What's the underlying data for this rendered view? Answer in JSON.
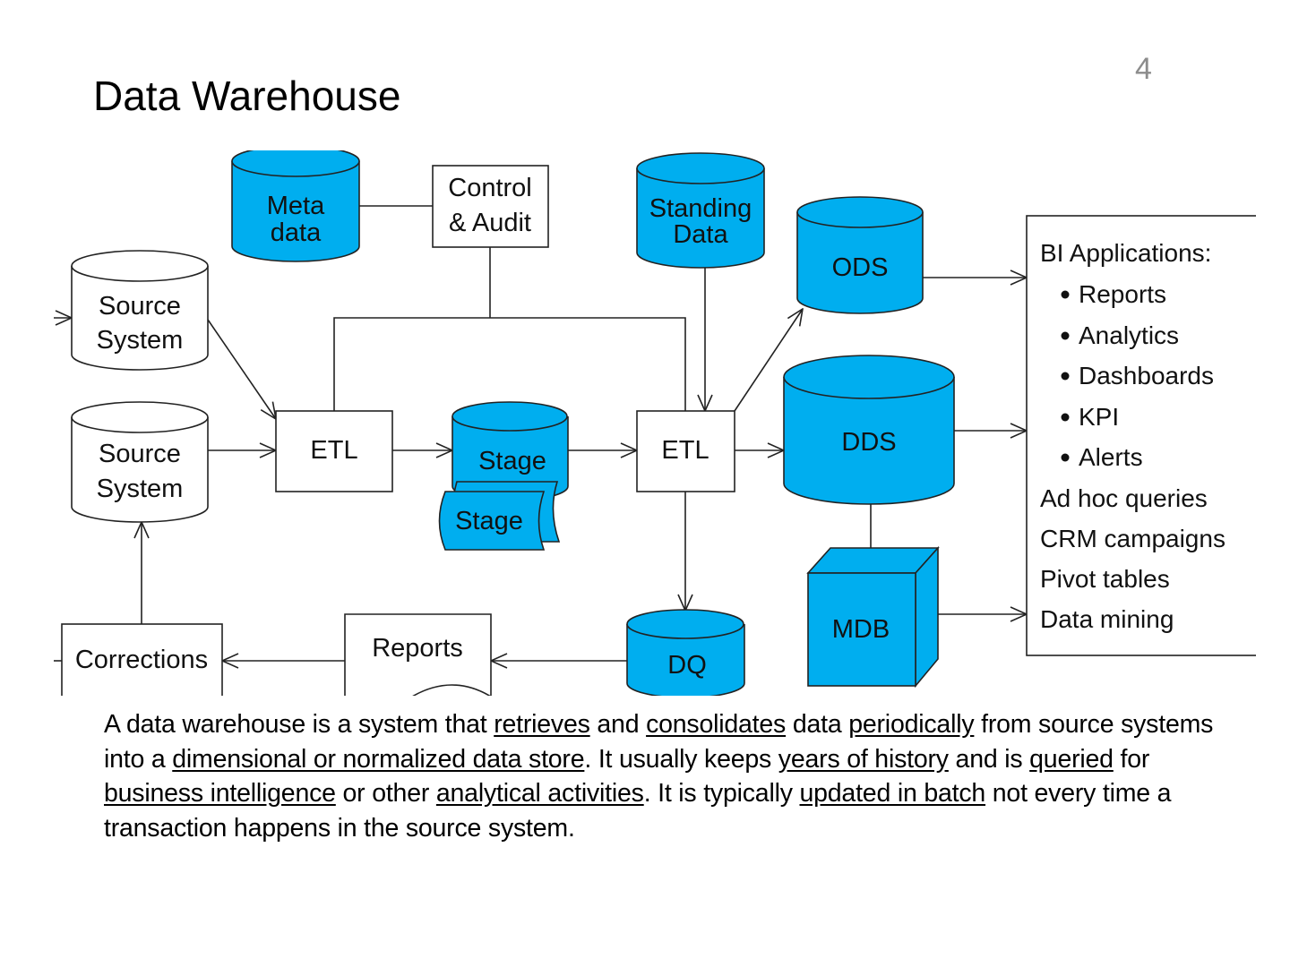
{
  "slide": {
    "title": "Data Warehouse",
    "page_number": "4"
  },
  "colors": {
    "store_fill": "#00AEEF",
    "stroke": "#222222",
    "page_number": "#8C8C8C"
  },
  "diagram": {
    "nodes": {
      "metadata": {
        "line1": "Meta",
        "line2": "data",
        "shape": "cylinder",
        "filled": true
      },
      "control_audit": {
        "line1": "Control",
        "line2": "& Audit",
        "shape": "box"
      },
      "standing_data": {
        "line1": "Standing",
        "line2": "Data",
        "shape": "cylinder",
        "filled": true
      },
      "source_system_1": {
        "line1": "Source",
        "line2": "System",
        "shape": "cylinder",
        "filled": false
      },
      "source_system_2": {
        "line1": "Source",
        "line2": "System",
        "shape": "cylinder",
        "filled": false
      },
      "etl_1": {
        "label": "ETL",
        "shape": "box"
      },
      "stage_db": {
        "label": "Stage",
        "shape": "cylinder",
        "filled": true
      },
      "stage_file": {
        "label": "Stage",
        "shape": "stacked-file",
        "filled": true
      },
      "etl_2": {
        "label": "ETL",
        "shape": "box"
      },
      "ods": {
        "label": "ODS",
        "shape": "cylinder",
        "filled": true
      },
      "dds": {
        "label": "DDS",
        "shape": "cylinder",
        "filled": true
      },
      "mdb": {
        "label": "MDB",
        "shape": "cube",
        "filled": true
      },
      "dq": {
        "label": "DQ",
        "shape": "cylinder",
        "filled": true
      },
      "reports": {
        "label": "Reports",
        "shape": "document"
      },
      "corrections": {
        "label": "Corrections",
        "shape": "box"
      }
    },
    "bi_panel": {
      "heading": "BI Applications:",
      "bullets": [
        "Reports",
        "Analytics",
        "Dashboards",
        "KPI",
        "Alerts"
      ],
      "items": [
        "Ad hoc queries",
        "CRM campaigns",
        "Pivot tables",
        "Data mining"
      ]
    },
    "edges": [
      {
        "from": "metadata",
        "to": "control_audit",
        "arrow": false
      },
      {
        "from": "control_audit",
        "to": "etl_1",
        "arrow": false
      },
      {
        "from": "control_audit",
        "to": "etl_2",
        "arrow": false
      },
      {
        "from": "source_system_1",
        "to": "etl_1",
        "arrow": true
      },
      {
        "from": "source_system_2",
        "to": "etl_1",
        "arrow": true
      },
      {
        "from": "etl_1",
        "to": "stage_db",
        "arrow": true
      },
      {
        "from": "stage_db",
        "to": "etl_2",
        "arrow": true
      },
      {
        "from": "standing_data",
        "to": "etl_2",
        "arrow": true
      },
      {
        "from": "etl_2",
        "to": "ods",
        "arrow": true
      },
      {
        "from": "etl_2",
        "to": "dds",
        "arrow": true
      },
      {
        "from": "etl_2",
        "to": "dq",
        "arrow": true
      },
      {
        "from": "dds",
        "to": "mdb",
        "arrow": true
      },
      {
        "from": "ods",
        "to": "bi_panel",
        "arrow": true
      },
      {
        "from": "dds",
        "to": "bi_panel",
        "arrow": true
      },
      {
        "from": "mdb",
        "to": "bi_panel",
        "arrow": true
      },
      {
        "from": "dq",
        "to": "reports",
        "arrow": true
      },
      {
        "from": "reports",
        "to": "corrections",
        "arrow": true
      },
      {
        "from": "corrections",
        "to": "source_system_2",
        "arrow": true
      }
    ]
  },
  "description": {
    "segments": [
      {
        "text": "A data warehouse is a system that ",
        "u": false
      },
      {
        "text": "retrieves",
        "u": true
      },
      {
        "text": " and ",
        "u": false
      },
      {
        "text": "consolidates",
        "u": true
      },
      {
        "text": " data ",
        "u": false
      },
      {
        "text": "periodically",
        "u": true
      },
      {
        "text": " from source systems into a ",
        "u": false
      },
      {
        "text": "dimensional or normalized data store",
        "u": true
      },
      {
        "text": ". It usually keeps ",
        "u": false
      },
      {
        "text": "years of history",
        "u": true
      },
      {
        "text": " and is ",
        "u": false
      },
      {
        "text": "queried",
        "u": true
      },
      {
        "text": " for ",
        "u": false
      },
      {
        "text": "business intelligence",
        "u": true
      },
      {
        "text": " or other ",
        "u": false
      },
      {
        "text": "analytical activities",
        "u": true
      },
      {
        "text": ". It is typically ",
        "u": false
      },
      {
        "text": "updated in batch",
        "u": true
      },
      {
        "text": " not every time a transaction happens in the source system.",
        "u": false
      }
    ]
  }
}
